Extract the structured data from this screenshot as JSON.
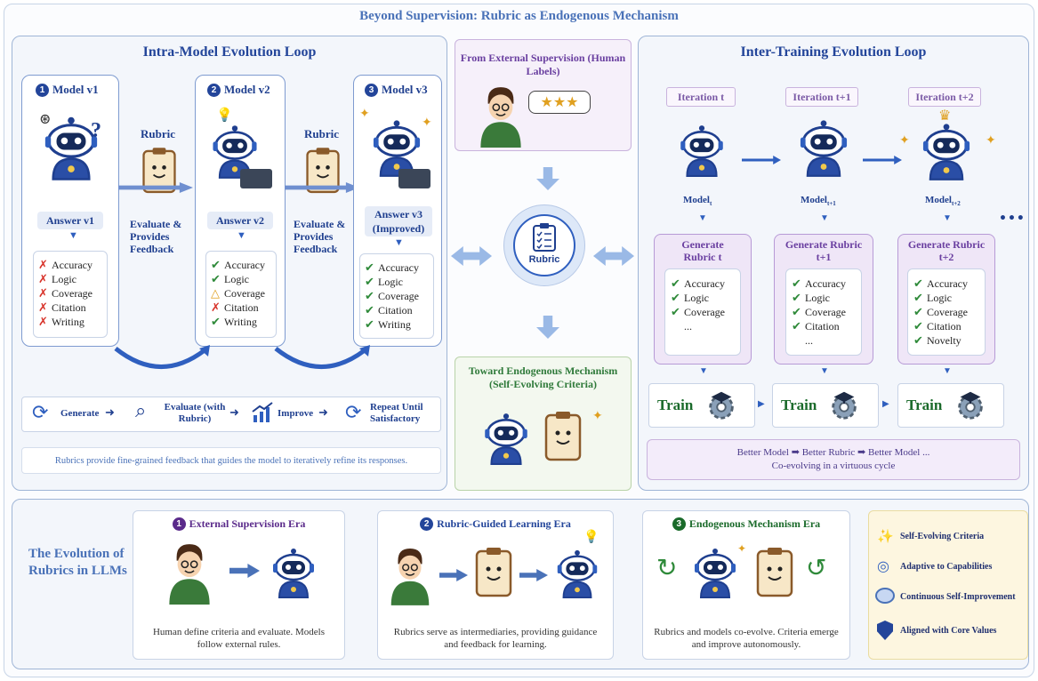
{
  "title": "Beyond Supervision: Rubric as Endogenous Mechanism",
  "intra": {
    "title": "Intra-Model Evolution Loop",
    "models": [
      {
        "num": "1",
        "name": "Model v1",
        "answer": "Answer v1",
        "items": [
          {
            "mark": "x",
            "text": "Accuracy"
          },
          {
            "mark": "x",
            "text": "Logic"
          },
          {
            "mark": "x",
            "text": "Coverage"
          },
          {
            "mark": "x",
            "text": "Citation"
          },
          {
            "mark": "x",
            "text": "Writing"
          }
        ]
      },
      {
        "num": "2",
        "name": "Model v2",
        "answer": "Answer v2",
        "items": [
          {
            "mark": "check",
            "text": "Accuracy"
          },
          {
            "mark": "check",
            "text": "Logic"
          },
          {
            "mark": "warn",
            "text": "Coverage"
          },
          {
            "mark": "x",
            "text": "Citation"
          },
          {
            "mark": "check",
            "text": "Writing"
          }
        ]
      },
      {
        "num": "3",
        "name": "Model v3",
        "answer": "Answer v3 (Improved)",
        "items": [
          {
            "mark": "check",
            "text": "Accuracy"
          },
          {
            "mark": "check",
            "text": "Logic"
          },
          {
            "mark": "check",
            "text": "Coverage"
          },
          {
            "mark": "check",
            "text": "Citation"
          },
          {
            "mark": "check",
            "text": "Writing"
          }
        ]
      }
    ],
    "rubric_label": "Rubric",
    "feedback_label": "Evaluate & Provides Feedback",
    "cycle": [
      "Generate",
      "Evaluate (with Rubric)",
      "Improve",
      "Repeat Until Satisfactory"
    ],
    "note": "Rubrics provide fine-grained feedback that guides the model to iteratively refine its responses."
  },
  "middle": {
    "top_title": "From External Supervision (Human Labels)",
    "center_label": "Rubric",
    "bottom_title": "Toward Endogenous Mechanism (Self-Evolving Criteria)"
  },
  "inter": {
    "title": "Inter-Training Evolution Loop",
    "iterations": [
      {
        "tag": "Iteration t",
        "model": "Model",
        "sub": "t",
        "gen": "Generate Rubric t",
        "items": [
          "Accuracy",
          "Logic",
          "Coverage",
          "..."
        ],
        "checks": 3
      },
      {
        "tag": "Iteration t+1",
        "model": "Model",
        "sub": "t+1",
        "gen": "Generate Rubric t+1",
        "items": [
          "Accuracy",
          "Logic",
          "Coverage",
          "Citation",
          "..."
        ],
        "checks": 4
      },
      {
        "tag": "Iteration t+2",
        "model": "Model",
        "sub": "t+2",
        "gen": "Generate Rubric t+2",
        "items": [
          "Accuracy",
          "Logic",
          "Coverage",
          "Citation",
          "Novelty"
        ],
        "checks": 5
      }
    ],
    "ellipsis": "•••",
    "train_label": "Train",
    "summary_line1": "Better Model ➡ Better Rubric ➡ Better Model ...",
    "summary_line2": "Co-evolving in a virtuous cycle"
  },
  "evolution": {
    "heading": "The Evolution of Rubrics in LLMs",
    "eras": [
      {
        "num": "1",
        "title": "External Supervision Era",
        "desc": "Human define criteria and evaluate. Models follow external rules.",
        "color": "#5a2a8a"
      },
      {
        "num": "2",
        "title": "Rubric-Guided Learning Era",
        "desc": "Rubrics serve as intermediaries, providing guidance and feedback for learning.",
        "color": "#23459a"
      },
      {
        "num": "3",
        "title": "Endogenous Mechanism Era",
        "desc": "Rubrics and models co-evolve. Criteria emerge and improve autonomously.",
        "color": "#1a6a2a"
      }
    ],
    "legend": [
      "Self-Evolving Criteria",
      "Adaptive to Capabilities",
      "Continuous Self-Improvement",
      "Aligned with Core Values"
    ]
  },
  "colors": {
    "primary_blue": "#23459a",
    "accent_purple": "#6a3fa0",
    "accent_green": "#1a6a2a",
    "check": "#2f8a3a",
    "cross": "#d8332a"
  }
}
